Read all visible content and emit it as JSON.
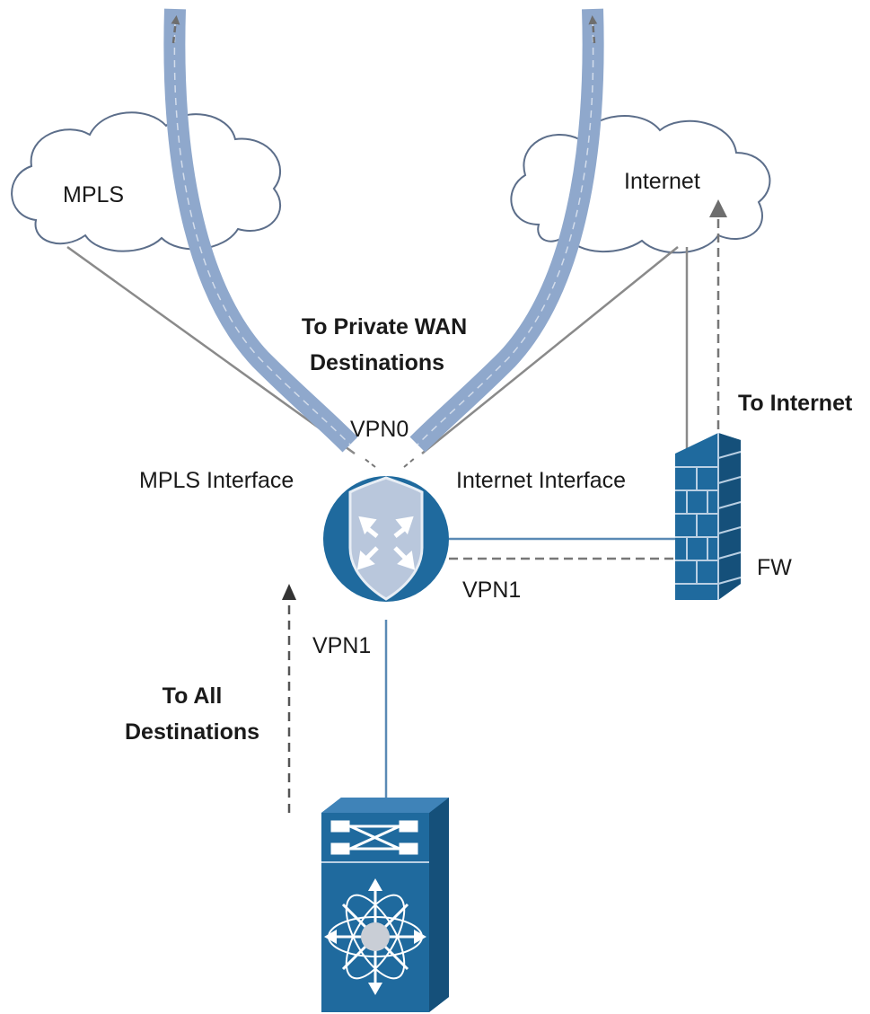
{
  "labels": {
    "mpls_cloud": "MPLS",
    "internet_cloud": "Internet",
    "private_wan_line1": "To Private WAN",
    "private_wan_line2": "Destinations",
    "vpn0": "VPN0",
    "mpls_interface": "MPLS Interface",
    "internet_interface": "Internet Interface",
    "to_internet": "To Internet",
    "fw": "FW",
    "vpn1_right": "VPN1",
    "vpn1_left": "VPN1",
    "all_dest_line1": "To All",
    "all_dest_line2": "Destinations"
  },
  "colors": {
    "tunnel": "#8fa8cc",
    "device": "#1f6a9e",
    "device_dark": "#15507a",
    "link": "#5a8ab5",
    "cloud_stroke": "#5c6e8a",
    "dashed": "#777777",
    "arrowhead": "#6e6e6e"
  },
  "icons": [
    "cloud-icon",
    "router-icon",
    "firewall-icon",
    "switch-icon"
  ]
}
